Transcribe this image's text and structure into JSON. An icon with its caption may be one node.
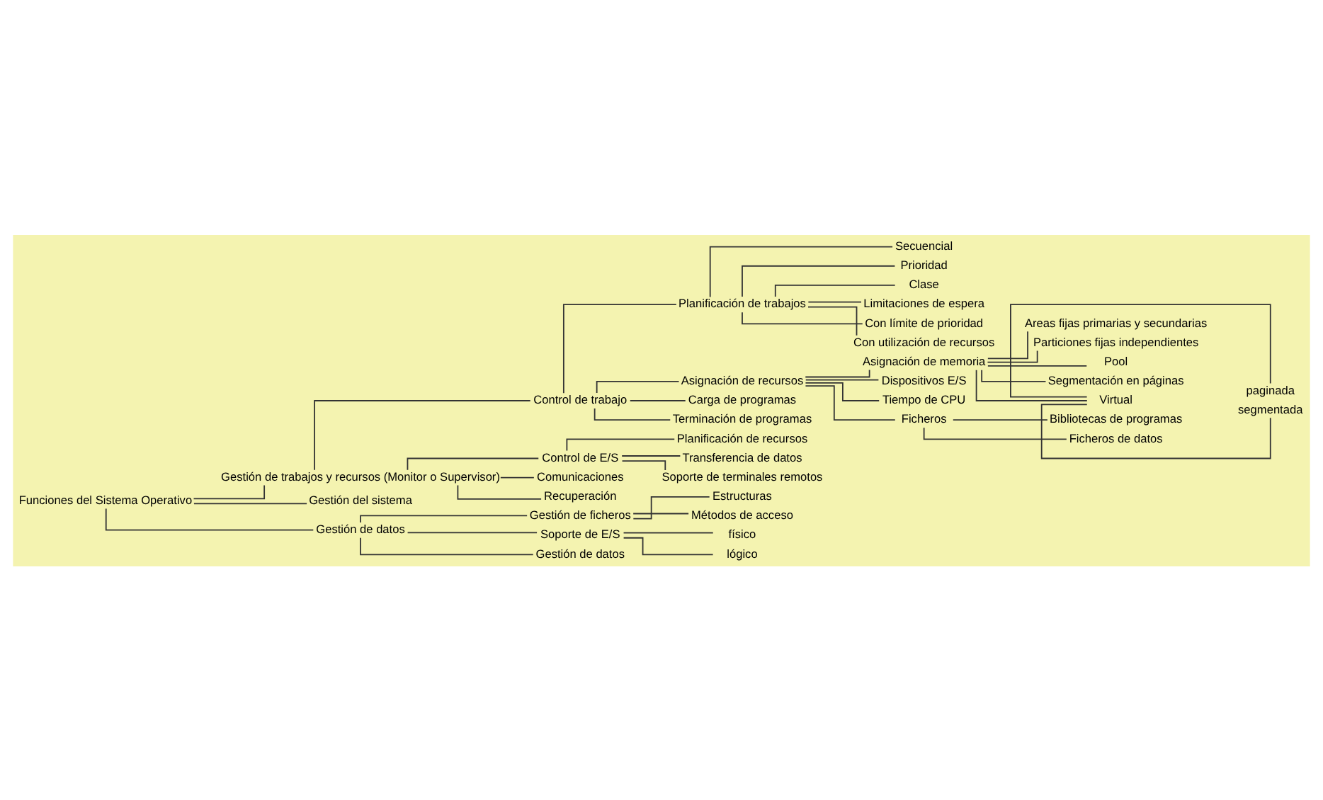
{
  "diagram": {
    "nodes": [
      {
        "text": [
          "Funciones del Sistema Operativo"
        ]
      },
      {
        "text": [
          "Gestión de trabajos y recursos (Monitor o Supervisor)"
        ]
      },
      {
        "text": [
          "Control de trabajo"
        ]
      },
      {
        "text": [
          "Planificación de trabajos"
        ]
      },
      {
        "text": [
          "Secuencial"
        ]
      },
      {
        "text": [
          "Prioridad"
        ]
      },
      {
        "text": [
          "Clase"
        ]
      },
      {
        "text": [
          "Limitaciones de espera"
        ]
      },
      {
        "text": [
          "Con límite de prioridad"
        ]
      },
      {
        "text": [
          "Con utilización de recursos"
        ]
      },
      {
        "text": [
          "Asignación de recursos"
        ]
      },
      {
        "text": [
          "Asignación de memoria"
        ]
      },
      {
        "text": [
          "Areas fijas primarias y secundarias"
        ]
      },
      {
        "text": [
          "Particiones fijas independientes"
        ]
      },
      {
        "text": [
          "Pool"
        ]
      },
      {
        "text": [
          "Segmentación en páginas"
        ]
      },
      {
        "text": [
          "Virtual"
        ]
      },
      {
        "text": [
          "paginada"
        ]
      },
      {
        "text": [
          "segmentada"
        ]
      },
      {
        "text": [
          "Dispositivos E/S"
        ]
      },
      {
        "text": [
          "Tiempo de CPU"
        ]
      },
      {
        "text": [
          "Ficheros"
        ]
      },
      {
        "text": [
          "Bibliotecas de programas"
        ]
      },
      {
        "text": [
          "Ficheros de datos"
        ]
      },
      {
        "text": [
          "Carga de programas"
        ]
      },
      {
        "text": [
          "Terminación de programas"
        ]
      },
      {
        "text": [
          "Control de E/S"
        ]
      },
      {
        "text": [
          "Planificación de recursos"
        ]
      },
      {
        "text": [
          "Transferencia de datos"
        ]
      },
      {
        "text": [
          "Soporte de terminales remotos"
        ]
      },
      {
        "text": [
          "Comunicaciones"
        ]
      },
      {
        "text": [
          "Recuperación"
        ]
      },
      {
        "text": [
          "Gestión del sistema"
        ]
      },
      {
        "text": [
          "Gestión de datos"
        ]
      },
      {
        "text": [
          "Gestión de ficheros"
        ]
      },
      {
        "text": [
          "Estructuras"
        ]
      },
      {
        "text": [
          "Métodos de acceso"
        ]
      },
      {
        "text": [
          "Soporte de E/S"
        ]
      },
      {
        "text": [
          "físico"
        ]
      },
      {
        "text": [
          "lógico"
        ]
      },
      {
        "text": [
          "Gestión de datos"
        ]
      }
    ],
    "edges": [
      {
        "from": 0,
        "to": 1,
        "arrow": "none"
      },
      {
        "from": 1,
        "to": 2,
        "arrow": "none"
      },
      {
        "from": 2,
        "to": 3,
        "arrow": "none"
      },
      {
        "from": 3,
        "to": 4,
        "arrow": "none"
      },
      {
        "from": 3,
        "to": 5,
        "arrow": "none"
      },
      {
        "from": 3,
        "to": 6,
        "arrow": "none"
      },
      {
        "from": 3,
        "to": 7,
        "arrow": "none"
      },
      {
        "from": 3,
        "to": 8,
        "arrow": "none"
      },
      {
        "from": 3,
        "to": 9,
        "arrow": "none"
      },
      {
        "from": 2,
        "to": 10,
        "arrow": "none"
      },
      {
        "from": 10,
        "to": 11,
        "arrow": "none"
      },
      {
        "from": 11,
        "to": 12,
        "arrow": "none"
      },
      {
        "from": 11,
        "to": 13,
        "arrow": "none"
      },
      {
        "from": 11,
        "to": 14,
        "arrow": "none"
      },
      {
        "from": 11,
        "to": 15,
        "arrow": "none"
      },
      {
        "from": 11,
        "to": 16,
        "arrow": "none"
      },
      {
        "from": 16,
        "to": 17,
        "arrow": "none"
      },
      {
        "from": 16,
        "to": 18,
        "arrow": "none"
      },
      {
        "from": 10,
        "to": 19,
        "arrow": "none"
      },
      {
        "from": 10,
        "to": 20,
        "arrow": "none"
      },
      {
        "from": 10,
        "to": 21,
        "arrow": "none"
      },
      {
        "from": 21,
        "to": 22,
        "arrow": "none"
      },
      {
        "from": 21,
        "to": 23,
        "arrow": "none"
      },
      {
        "from": 2,
        "to": 24,
        "arrow": "none"
      },
      {
        "from": 2,
        "to": 25,
        "arrow": "none"
      },
      {
        "from": 1,
        "to": 26,
        "arrow": "none"
      },
      {
        "from": 26,
        "to": 27,
        "arrow": "none"
      },
      {
        "from": 26,
        "to": 28,
        "arrow": "none"
      },
      {
        "from": 26,
        "to": 29,
        "arrow": "none"
      },
      {
        "from": 1,
        "to": 30,
        "arrow": "none"
      },
      {
        "from": 1,
        "to": 31,
        "arrow": "none"
      },
      {
        "from": 0,
        "to": 32,
        "arrow": "none"
      },
      {
        "from": 0,
        "to": 33,
        "arrow": "none"
      },
      {
        "from": 33,
        "to": 34,
        "arrow": "none"
      },
      {
        "from": 34,
        "to": 35,
        "arrow": "none"
      },
      {
        "from": 34,
        "to": 36,
        "arrow": "none"
      },
      {
        "from": 33,
        "to": 37,
        "arrow": "none"
      },
      {
        "from": 37,
        "to": 38,
        "arrow": "none"
      },
      {
        "from": 37,
        "to": 39,
        "arrow": "none"
      },
      {
        "from": 33,
        "to": 40,
        "arrow": "none"
      }
    ]
  }
}
